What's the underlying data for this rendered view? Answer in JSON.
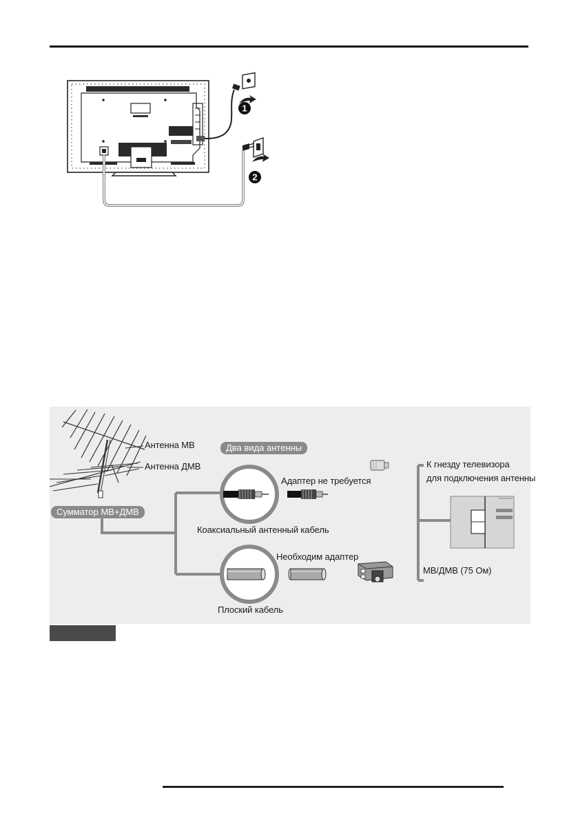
{
  "diagram": {
    "callouts": [
      "1",
      "2"
    ],
    "labels": {
      "antenna_vhf": "Антенна МВ",
      "antenna_uhf": "Антенна ДМВ",
      "two_types": "Два вида антенны",
      "combiner": "Сумматор МВ+ДМВ",
      "tv_socket_line1": "К гнезду телевизора",
      "tv_socket_line2": "для подключения антенны",
      "no_adapter": "Адаптер не требуется",
      "coax_cable": "Коаксиальный антенный кабель",
      "need_adapter": "Необходим адаптер",
      "impedance": "МВ/ДМВ (75 Ом)",
      "flat_cable": "Плоский кабель"
    },
    "colors": {
      "panel_bg": "#ededed",
      "cable_gray": "#8a8a8a",
      "pill_bg": "#8a8a8a",
      "note_bar": "#4a4a4a"
    }
  }
}
